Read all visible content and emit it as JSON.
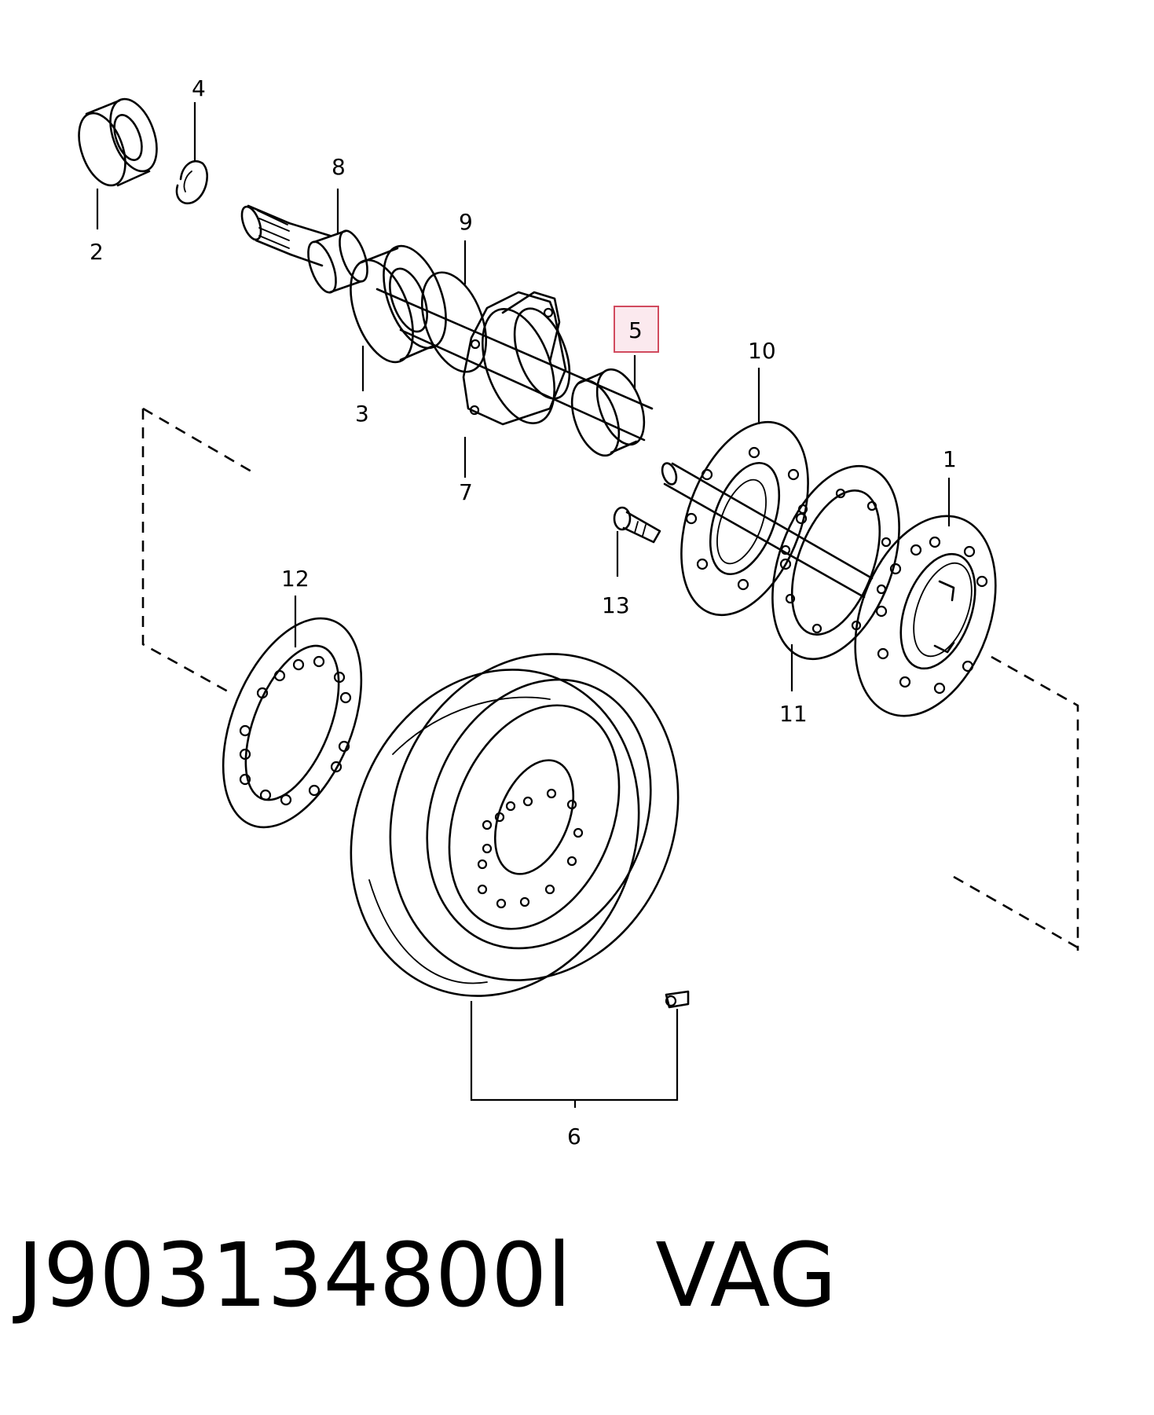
{
  "callouts": {
    "c1": "1",
    "c2": "2",
    "c3": "3",
    "c4": "4",
    "c5": "5",
    "c6": "6",
    "c7": "7",
    "c8": "8",
    "c9": "9",
    "c10": "10",
    "c11": "11",
    "c12": "12",
    "c13": "13"
  },
  "highlighted_callout": "5",
  "highlight_color": "#d14a5e",
  "caption": {
    "part_number": "J903134800l",
    "brand": "VAG"
  }
}
